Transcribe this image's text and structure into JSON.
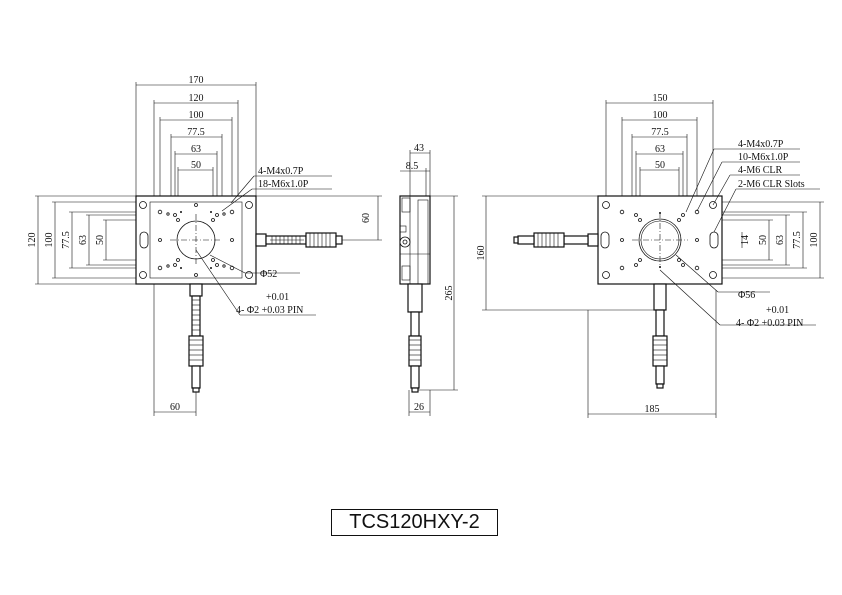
{
  "drawing": {
    "title": "TCS120HXY-2",
    "top_view": {
      "dims_horizontal": [
        "170",
        "120",
        "100",
        "77.5",
        "63",
        "50"
      ],
      "dims_vertical": [
        "120",
        "100",
        "77.5",
        "63",
        "50"
      ],
      "right_dim": "60",
      "bottom_dim": "60",
      "callouts": [
        "4-M4x0.7P",
        "18-M6x1.0P"
      ],
      "bore": "Φ52",
      "pin_tol_upper": "+0.01",
      "pin_label": "4- Φ2 +0.03 PIN"
    },
    "side_view": {
      "dim_43": "43",
      "dim_8_5": "8.5",
      "dim_265": "265",
      "dim_26": "26"
    },
    "bottom_view": {
      "dims_horizontal": [
        "150",
        "100",
        "77.5",
        "63",
        "50"
      ],
      "dims_vertical": [
        "50",
        "63",
        "77.5",
        "100"
      ],
      "left_dim": "160",
      "slot_dim": "14",
      "bottom_dim": "185",
      "callouts": [
        "4-M4x0.7P",
        "10-M6x1.0P",
        "4-M6 CLR",
        "2-M6 CLR Slots"
      ],
      "bore": "Φ56",
      "pin_tol_upper": "+0.01",
      "pin_label": "4- Φ2 +0.03 PIN"
    }
  }
}
